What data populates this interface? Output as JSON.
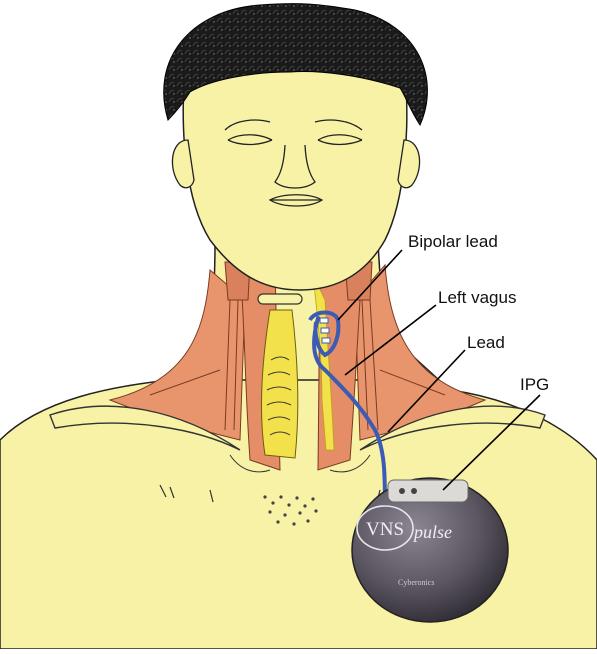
{
  "labels": {
    "bipolar_lead": "Bipolar lead",
    "left_vagus": "Left vagus",
    "lead": "Lead",
    "ipg": "IPG"
  },
  "device": {
    "logo": "VNS",
    "brand": "pulse",
    "fine_print": "Cyberonics"
  },
  "colors": {
    "skin": "#f7f2a6",
    "muscle": "#e8956e",
    "nerve": "#f2e14a",
    "lead": "#3b5bb5",
    "hair": "#111111",
    "device": "#5a5560"
  }
}
